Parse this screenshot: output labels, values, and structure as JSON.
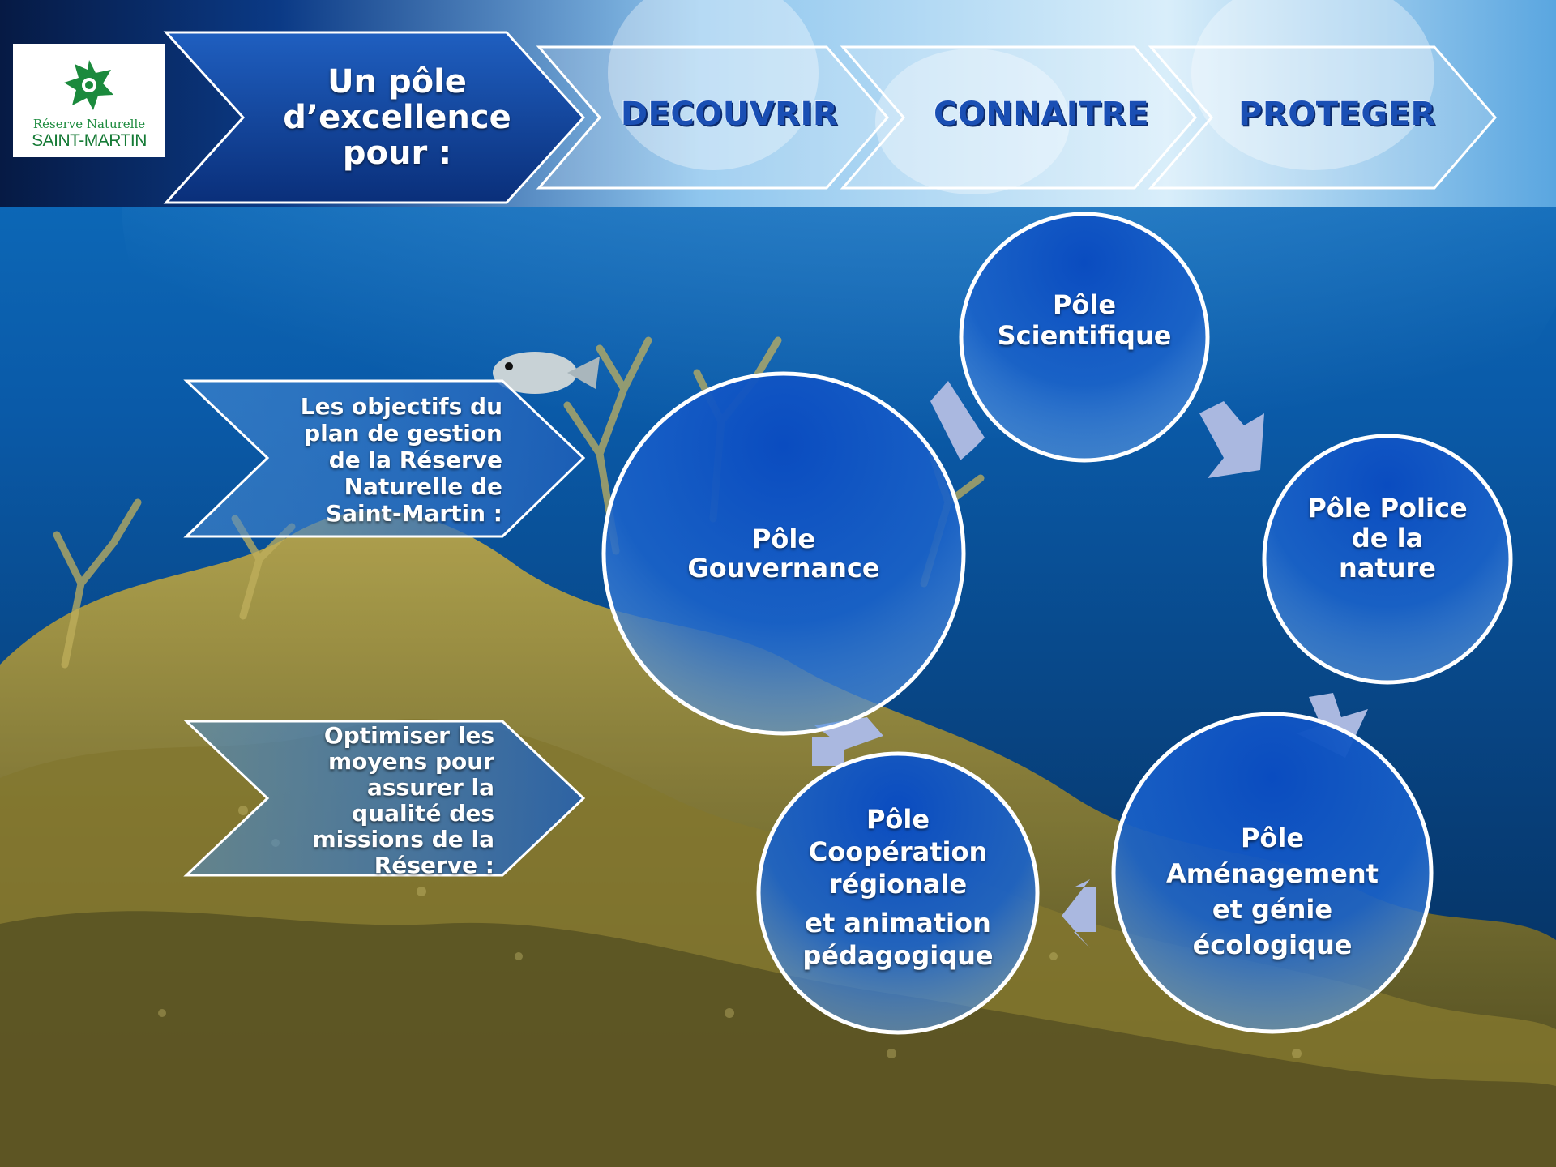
{
  "logo": {
    "line1": "Réserve Naturelle",
    "line2": "SAINT-MARTIN"
  },
  "banner": {
    "title_lines": [
      "Un pôle",
      "d’excellence",
      "pour :"
    ],
    "steps": [
      "DECOUVRIR",
      "CONNAITRE",
      "PROTEGER"
    ]
  },
  "objectives": [
    {
      "lines": [
        "Les objectifs du",
        "plan de gestion",
        "de la Réserve",
        "Naturelle de",
        "Saint-Martin :"
      ]
    },
    {
      "lines": [
        "Optimiser les",
        "moyens pour",
        "assurer la",
        "qualité des",
        "missions de la",
        "Réserve :"
      ]
    }
  ],
  "poles": [
    {
      "key": "scientifique",
      "lines": [
        "Pôle",
        "Scientifique"
      ]
    },
    {
      "key": "police",
      "lines": [
        "Pôle Police",
        "de la",
        "nature"
      ]
    },
    {
      "key": "amenagement",
      "lines": [
        "Pôle",
        "Aménagement",
        "et génie",
        "écologique"
      ]
    },
    {
      "key": "cooperation",
      "lines": [
        "Pôle",
        "Coopération",
        "régionale",
        "et animation",
        "pédagogique"
      ]
    },
    {
      "key": "gouvernance",
      "lines": [
        "Pôle",
        "Gouvernance"
      ]
    }
  ],
  "colors": {
    "circle_top": "#0a4cc0",
    "circle_bottom": "#6fa8e8",
    "arrow": "#aab8e0",
    "banner_dark": "#0b2a66",
    "banner_light": "#1f6fd0",
    "nav_text": "#1a4fb4"
  }
}
